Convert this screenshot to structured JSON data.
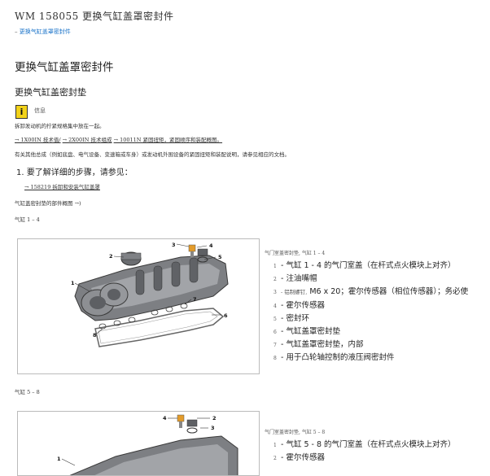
{
  "doc": {
    "title": "WM 158055 更换气缸盖罩密封件",
    "breadcrumb_prefix": "–",
    "breadcrumb_link": "更换气缸盖罩密封件"
  },
  "section": {
    "h1": "更换气缸盖罩密封件",
    "h2": "更换气缸盖密封垫"
  },
  "info": {
    "label": "信息",
    "text1": "拆卸发动机的拧紧规格集中放在一起。",
    "link1": "→ 1X00IN 技术值/",
    "link2": "→ 2X00IN 技术组成",
    "link3": "→ 10011N 紧固扭矩，紧固顺序和装配概图。",
    "text2": "有关其他总成（例如底盘、电气设备、变速箱或车身）或发动机外围设备的紧固扭矩和装配说明，请参见相应的文档。"
  },
  "step": {
    "label": "1. 要了解详细的步骤，请参见：",
    "link": "→ 158219 拆卸和安装气缸盖罩"
  },
  "overview": {
    "title": "气缸盖密封垫的部件概图 →)",
    "group1": "气缸 1 – 4",
    "group2": "气缸 5 – 8"
  },
  "legend1": {
    "caption": "气门室盖密封垫, 气缸 1 – 4",
    "items": [
      {
        "num": "1",
        "text": "- 气缸 1 - 4 的气门室盖（在杆式点火模块上对齐）"
      },
      {
        "num": "2",
        "text": "- 注油嘴帽"
      },
      {
        "num": "3",
        "prefix": "- 铝制螺钉,",
        "text": " M6 x 20；霍尔传感器（相位传感器）；务必使"
      },
      {
        "num": "4",
        "text": "- 霍尔传感器"
      },
      {
        "num": "5",
        "text": "- 密封环"
      },
      {
        "num": "6",
        "text": "- 气缸盖罩密封垫"
      },
      {
        "num": "7",
        "text": "- 气缸盖罩密封垫，内部"
      },
      {
        "num": "8",
        "text": "- 用于凸轮轴控制的液压阀密封件"
      }
    ]
  },
  "legend2": {
    "caption": "气门室盖密封垫, 气缸 5 – 8",
    "items": [
      {
        "num": "1",
        "text": "- 气缸 5 - 8 的气门室盖（在杆式点火模块上对齐）"
      },
      {
        "num": "2",
        "text": "- 霍尔传感器"
      }
    ]
  },
  "figure1_callouts": [
    "1",
    "2",
    "3",
    "4",
    "5",
    "6",
    "7",
    "8"
  ],
  "figure2_callouts": [
    "1",
    "2",
    "3",
    "4"
  ],
  "colors": {
    "icon_yellow": "#f2d21a",
    "link_blue": "#1a73c9"
  }
}
